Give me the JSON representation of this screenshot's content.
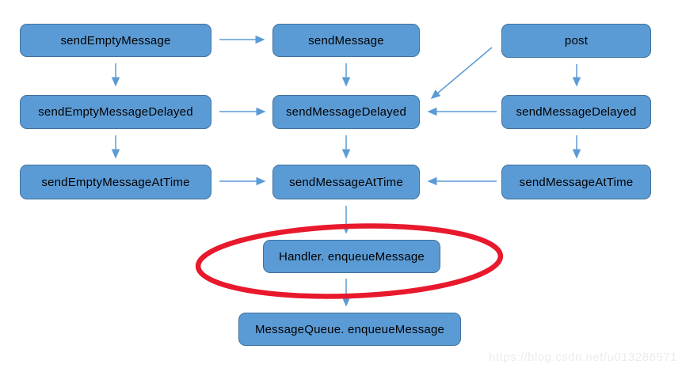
{
  "diagram_type": "flowchart",
  "colors": {
    "node_fill": "#5b9bd5",
    "node_border": "#41719c",
    "arrow": "#5b9bd5",
    "highlight_ellipse": "#e8192d",
    "text": "#000000",
    "watermark": "#ececec"
  },
  "nodes": [
    {
      "id": "sendEmptyMessage",
      "label": "sendEmptyMessage"
    },
    {
      "id": "sendMessage",
      "label": "sendMessage"
    },
    {
      "id": "post",
      "label": "post"
    },
    {
      "id": "sendEmptyMessageDelayed",
      "label": "sendEmptyMessageDelayed"
    },
    {
      "id": "sendMessageDelayed_mid",
      "label": "sendMessageDelayed"
    },
    {
      "id": "sendMessageDelayed_right",
      "label": "sendMessageDelayed"
    },
    {
      "id": "sendEmptyMessageAtTime",
      "label": "sendEmptyMessageAtTime"
    },
    {
      "id": "sendMessageAtTime_mid",
      "label": "sendMessageAtTime"
    },
    {
      "id": "sendMessageAtTime_right",
      "label": "sendMessageAtTime"
    },
    {
      "id": "handler_enqueueMessage",
      "label": "Handler. enqueueMessage",
      "highlighted": true
    },
    {
      "id": "messageQueue_enqueueMessage",
      "label": "MessageQueue. enqueueMessage"
    }
  ],
  "edges": [
    {
      "from": "sendEmptyMessage",
      "to": "sendMessage"
    },
    {
      "from": "sendEmptyMessage",
      "to": "sendEmptyMessageDelayed"
    },
    {
      "from": "sendMessage",
      "to": "sendMessageDelayed_mid"
    },
    {
      "from": "post",
      "to": "sendMessageDelayed_mid"
    },
    {
      "from": "post",
      "to": "sendMessageDelayed_right"
    },
    {
      "from": "sendEmptyMessageDelayed",
      "to": "sendMessageDelayed_mid"
    },
    {
      "from": "sendEmptyMessageDelayed",
      "to": "sendEmptyMessageAtTime"
    },
    {
      "from": "sendMessageDelayed_right",
      "to": "sendMessageDelayed_mid"
    },
    {
      "from": "sendMessageDelayed_mid",
      "to": "sendMessageAtTime_mid"
    },
    {
      "from": "sendMessageDelayed_right",
      "to": "sendMessageAtTime_right"
    },
    {
      "from": "sendEmptyMessageAtTime",
      "to": "sendMessageAtTime_mid"
    },
    {
      "from": "sendMessageAtTime_right",
      "to": "sendMessageAtTime_mid"
    },
    {
      "from": "sendMessageAtTime_mid",
      "to": "handler_enqueueMessage"
    },
    {
      "from": "handler_enqueueMessage",
      "to": "messageQueue_enqueueMessage"
    }
  ],
  "watermark": "https://blog.csdn.net/u013286571"
}
